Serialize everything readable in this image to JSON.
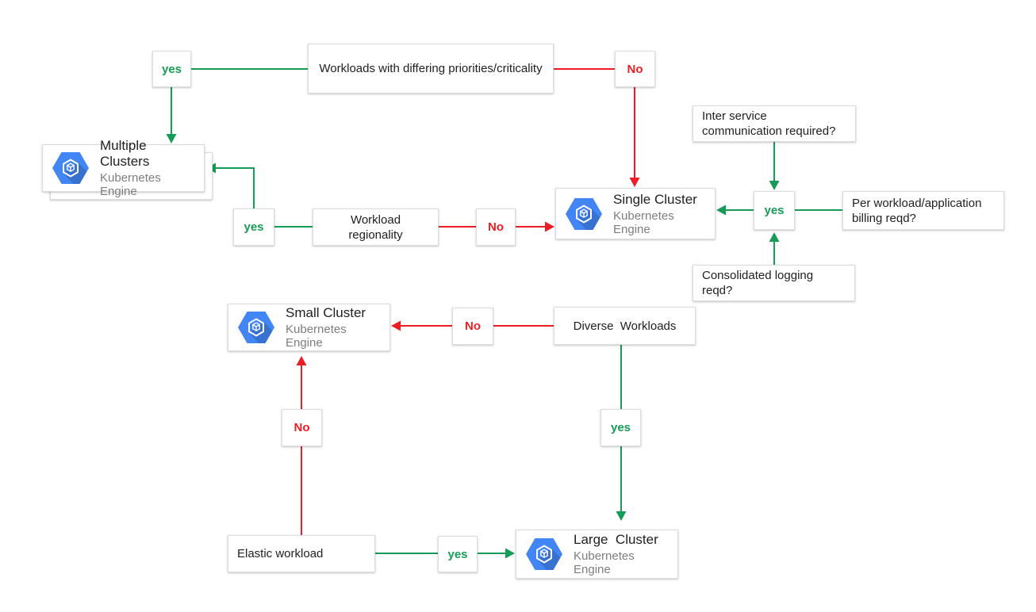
{
  "colors": {
    "green": "#169C57",
    "red": "#EE1D25",
    "node_border": "#DADCE0",
    "subtitle": "#7E7E7E",
    "icon_blue": "#4285F4"
  },
  "nodes": {
    "q_priorities": {
      "text": "Workloads with differing priorities/criticality"
    },
    "tag_yes_top": {
      "text": "yes"
    },
    "tag_no_top": {
      "text": "No"
    },
    "card_multiple": {
      "title": "Multiple Clusters",
      "subtitle": "Kubernetes Engine",
      "icon": "gke-hexagon-icon"
    },
    "tag_yes_mid": {
      "text": "yes"
    },
    "q_regionality": {
      "text": "Workload regionality"
    },
    "tag_no_mid": {
      "text": "No"
    },
    "card_single": {
      "title": "Single Cluster",
      "subtitle": "Kubernetes Engine",
      "icon": "gke-hexagon-icon"
    },
    "q_interservice": {
      "text": "Inter service communication required?"
    },
    "tag_yes_right": {
      "text": "yes"
    },
    "q_billing": {
      "text": "Per workload/application billing reqd?"
    },
    "q_logging": {
      "text": "Consolidated logging reqd?"
    },
    "card_small": {
      "title": "Small Cluster",
      "subtitle": "Kubernetes Engine",
      "icon": "gke-hexagon-icon"
    },
    "tag_no_diverse": {
      "text": "No"
    },
    "q_diverse": {
      "text": "Diverse  Workloads"
    },
    "tag_no_elastic": {
      "text": "No"
    },
    "tag_yes_diverse": {
      "text": "yes"
    },
    "q_elastic": {
      "text": "Elastic workload"
    },
    "tag_yes_elastic": {
      "text": "yes"
    },
    "card_large": {
      "title": "Large  Cluster",
      "subtitle": "Kubernetes Engine",
      "icon": "gke-hexagon-icon"
    }
  }
}
